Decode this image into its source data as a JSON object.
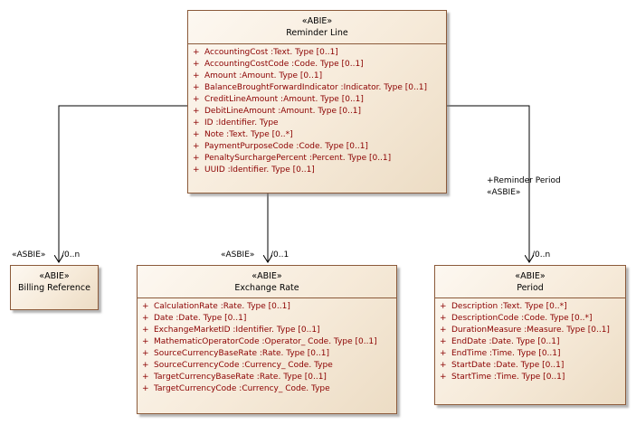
{
  "classes": {
    "reminder_line": {
      "stereotype": "«ABIE»",
      "name": "Reminder Line",
      "attributes": [
        {
          "vis": "+",
          "text": "AccountingCost  :Text. Type [0..1]"
        },
        {
          "vis": "+",
          "text": "AccountingCostCode  :Code. Type [0..1]"
        },
        {
          "vis": "+",
          "text": "Amount  :Amount. Type [0..1]"
        },
        {
          "vis": "+",
          "text": "BalanceBroughtForwardIndicator  :Indicator. Type [0..1]"
        },
        {
          "vis": "+",
          "text": "CreditLineAmount  :Amount. Type [0..1]"
        },
        {
          "vis": "+",
          "text": "DebitLineAmount  :Amount. Type [0..1]"
        },
        {
          "vis": "+",
          "text": "ID  :Identifier. Type"
        },
        {
          "vis": "+",
          "text": "Note  :Text. Type [0..*]"
        },
        {
          "vis": "+",
          "text": "PaymentPurposeCode  :Code. Type [0..1]"
        },
        {
          "vis": "+",
          "text": "PenaltySurchargePercent  :Percent. Type [0..1]"
        },
        {
          "vis": "+",
          "text": "UUID  :Identifier. Type [0..1]"
        }
      ]
    },
    "billing_reference": {
      "stereotype": "«ABIE»",
      "name": "Billing Reference",
      "attributes": []
    },
    "exchange_rate": {
      "stereotype": "«ABIE»",
      "name": "Exchange Rate",
      "attributes": [
        {
          "vis": "+",
          "text": "CalculationRate  :Rate. Type [0..1]"
        },
        {
          "vis": "+",
          "text": "Date  :Date. Type [0..1]"
        },
        {
          "vis": "+",
          "text": "ExchangeMarketID  :Identifier. Type [0..1]"
        },
        {
          "vis": "+",
          "text": "MathematicOperatorCode  :Operator_ Code. Type [0..1]"
        },
        {
          "vis": "+",
          "text": "SourceCurrencyBaseRate  :Rate. Type [0..1]"
        },
        {
          "vis": "+",
          "text": "SourceCurrencyCode  :Currency_ Code. Type"
        },
        {
          "vis": "+",
          "text": "TargetCurrencyBaseRate  :Rate. Type [0..1]"
        },
        {
          "vis": "+",
          "text": "TargetCurrencyCode  :Currency_ Code. Type"
        }
      ]
    },
    "period": {
      "stereotype": "«ABIE»",
      "name": "Period",
      "attributes": [
        {
          "vis": "+",
          "text": "Description  :Text. Type [0..*]"
        },
        {
          "vis": "+",
          "text": "DescriptionCode  :Code. Type [0..*]"
        },
        {
          "vis": "+",
          "text": "DurationMeasure  :Measure. Type [0..1]"
        },
        {
          "vis": "+",
          "text": "EndDate  :Date. Type [0..1]"
        },
        {
          "vis": "+",
          "text": "EndTime  :Time. Type [0..1]"
        },
        {
          "vis": "+",
          "text": "StartDate  :Date. Type [0..1]"
        },
        {
          "vis": "+",
          "text": "StartTime  :Time. Type [0..1]"
        }
      ]
    }
  },
  "associations": {
    "billing_reference": {
      "stereotype": "«ASBIE»",
      "multiplicity": "0..n"
    },
    "exchange_rate": {
      "stereotype": "«ASBIE»",
      "multiplicity": "0..1"
    },
    "period": {
      "role": "+Reminder Period",
      "stereotype": "«ASBIE»",
      "multiplicity": "0..n"
    }
  },
  "colors": {
    "border": "#8b5a3a",
    "attribute_text": "#8b0000",
    "connector": "#000000"
  }
}
